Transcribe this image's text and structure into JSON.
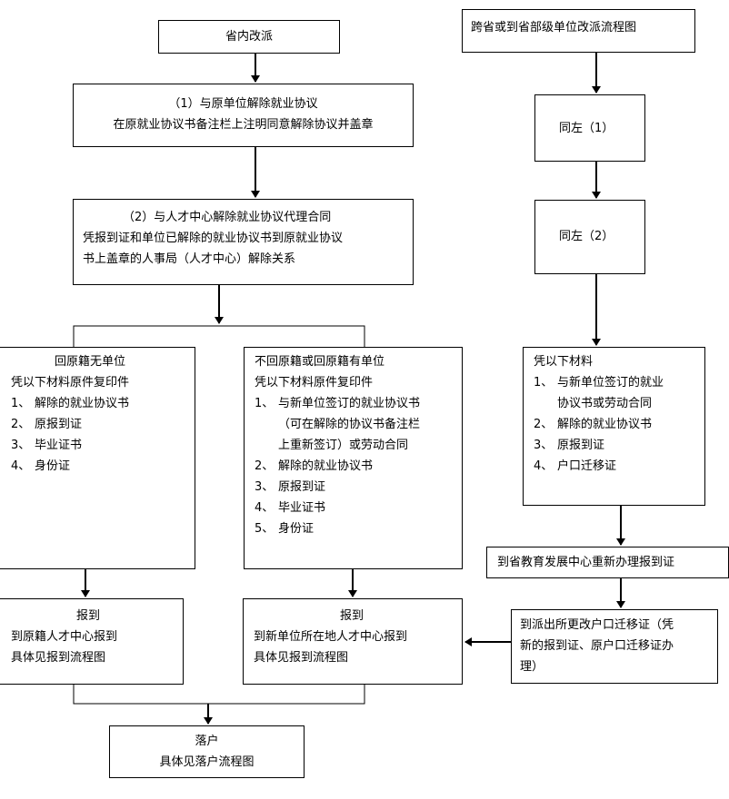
{
  "in_province": {
    "title": "省内改派"
  },
  "step1": {
    "line1": "（1）与原单位解除就业协议",
    "line2": "在原就业协议书备注栏上注明同意解除协议并盖章"
  },
  "step2": {
    "line1": "（2）与人才中心解除就业协议代理合同",
    "line2": "凭报到证和单位已解除的就业协议书到原就业协议",
    "line3": "书上盖章的人事局（人才中心）解除关系"
  },
  "left_branch": {
    "title": "回原籍无单位",
    "subtitle": "凭以下材料原件复印件",
    "items": [
      {
        "num": "1、",
        "text": "解除的就业协议书"
      },
      {
        "num": "2、",
        "text": "原报到证"
      },
      {
        "num": "3、",
        "text": "毕业证书"
      },
      {
        "num": "4、",
        "text": "身份证"
      }
    ]
  },
  "mid_branch": {
    "title": "不回原籍或回原籍有单位",
    "subtitle": "凭以下材料原件复印件",
    "item1": {
      "num": "1、",
      "text": "与新单位签订的就业协议书",
      "cont1": "（可在解除的协议书备注栏",
      "cont2": "上重新签订）或劳动合同"
    },
    "items": [
      {
        "num": "2、",
        "text": "解除的就业协议书"
      },
      {
        "num": "3、",
        "text": "原报到证"
      },
      {
        "num": "4、",
        "text": "毕业证书"
      },
      {
        "num": "5、",
        "text": "身份证"
      }
    ]
  },
  "report_left": {
    "title": "报到",
    "line1": "到原籍人才中心报到",
    "line2": "具体见报到流程图"
  },
  "report_mid": {
    "title": "报到",
    "line1": "到新单位所在地人才中心报到",
    "line2": "具体见报到流程图"
  },
  "settle": {
    "title": "落户",
    "line1": "具体见落户流程图"
  },
  "cross_province": {
    "title": "跨省或到省部级单位改派流程图"
  },
  "same1": {
    "text": "同左（1）"
  },
  "same2": {
    "text": "同左（2）"
  },
  "right_materials": {
    "title": "凭以下材料",
    "item1": {
      "num": "1、",
      "text": "与新单位签订的就业",
      "cont1": "协议书或劳动合同"
    },
    "items": [
      {
        "num": "2、",
        "text": "解除的就业协议书"
      },
      {
        "num": "3、",
        "text": "原报到证"
      },
      {
        "num": "4、",
        "text": "户口迁移证"
      }
    ]
  },
  "re_register": {
    "text": "到省教育发展中心重新办理报到证"
  },
  "police": {
    "line1": "到派出所更改户口迁移证（凭",
    "line2": "新的报到证、原户口迁移证办",
    "line3": "理）"
  }
}
